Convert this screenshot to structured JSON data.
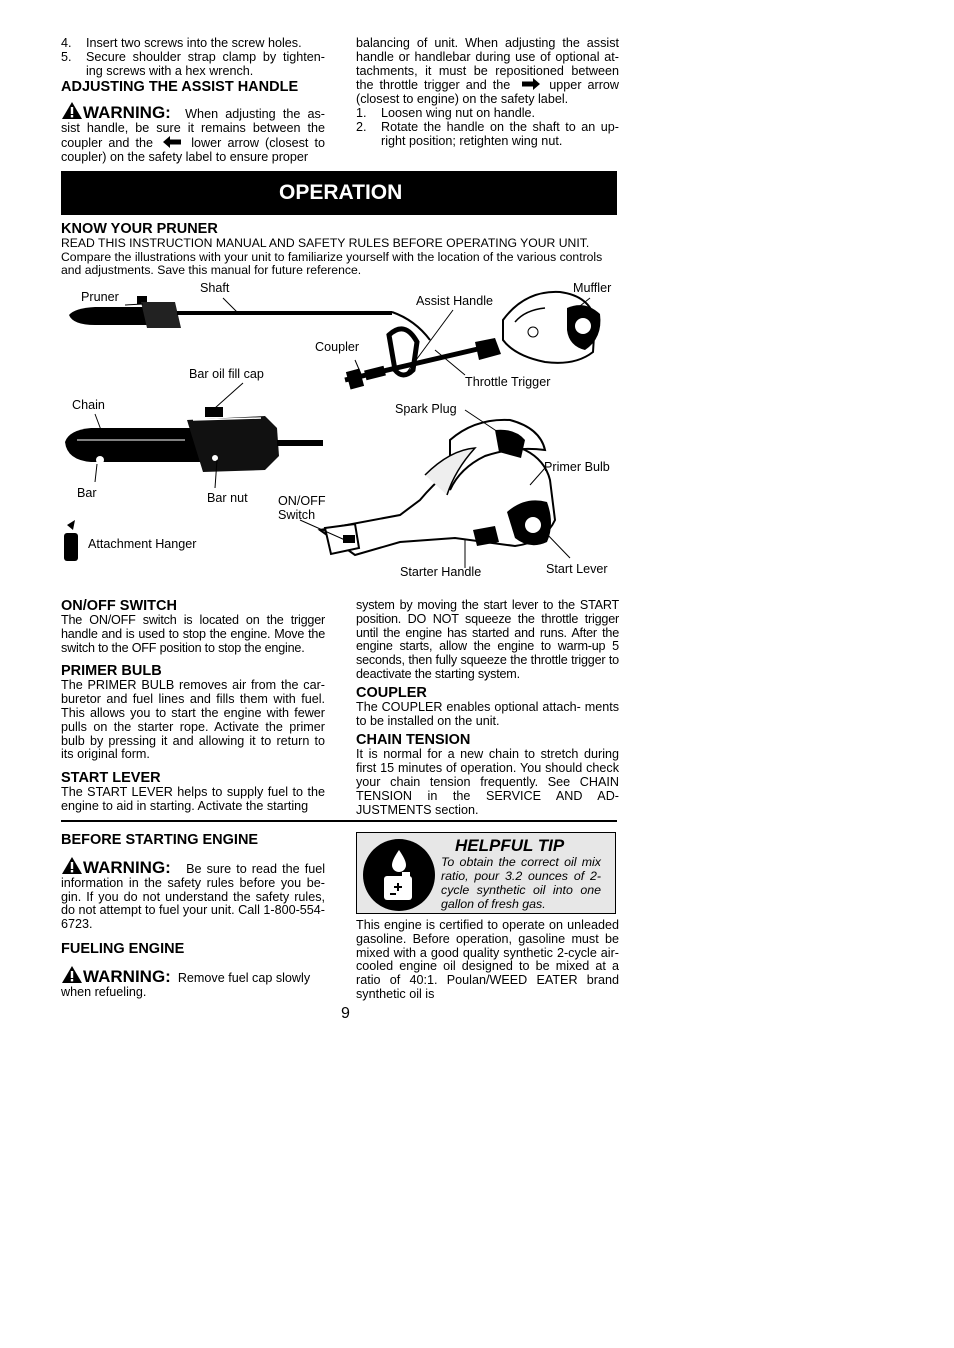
{
  "top_left": {
    "items": [
      {
        "n": "4.",
        "text": "Insert two screws into the screw holes."
      },
      {
        "n": "5.",
        "text": "Secure shoulder strap clamp by tighten- ing screws with a hex wrench."
      }
    ],
    "heading": "ADJUSTING THE ASSIST HANDLE",
    "warning_word": "WARNING:",
    "warning_text_1": "When adjusting the as- sist handle, be sure it remains between the coupler and the",
    "warning_text_2": "lower arrow (closest to coupler) on the safety label to ensure proper"
  },
  "top_right": {
    "text_1": "balancing of unit. When adjusting the assist handle or handlebar during use of optional at- tachments, it must be repositioned between the throttle trigger and the",
    "text_2": "upper arrow (closest to engine) on the safety label.",
    "items": [
      {
        "n": "1.",
        "text": "Loosen wing nut on handle."
      },
      {
        "n": "2.",
        "text": "Rotate the handle on the shaft to an up- right position; retighten wing nut."
      }
    ]
  },
  "banner": "OPERATION",
  "know": {
    "heading": "KNOW YOUR PRUNER",
    "intro_caps": "READ THIS INSTRUCTION MANUAL AND SAFETY RULES BEFORE OPERATING YOUR UNIT.",
    "intro_rest": "Compare the illustrations with your unit to familiarize yourself with the location of the various controls and adjustments. Save this manual for future reference."
  },
  "figure_labels": {
    "pruner": "Pruner",
    "shaft": "Shaft",
    "assist_handle": "Assist Handle",
    "muffler": "Muffler",
    "coupler": "Coupler",
    "throttle_trigger": "Throttle Trigger",
    "bar_oil_fill_cap": "Bar oil fill cap",
    "chain": "Chain",
    "spark_plug": "Spark Plug",
    "primer_bulb": "Primer Bulb",
    "bar": "Bar",
    "bar_nut": "Bar nut",
    "on_off_1": "ON/OFF",
    "on_off_2": "Switch",
    "attachment_hanger": "Attachment Hanger",
    "starter_handle": "Starter Handle",
    "start_lever": "Start Lever"
  },
  "sections": {
    "on_off": {
      "heading": "ON/OFF SWITCH",
      "text": "The ON/OFF switch is located on the trigger handle and is used to stop the engine. Move the switch to the OFF position to stop the engine."
    },
    "primer": {
      "heading": "PRIMER BULB",
      "text": "The PRIMER BULB removes air from the car- buretor and fuel lines and fills them with fuel. This allows you to start the engine with fewer pulls on the starter rope. Activate the primer bulb by pressing it and allowing it to return to its original form."
    },
    "start_lever": {
      "heading": "START LEVER",
      "text": "The START LEVER helps to supply fuel to the engine to aid in starting. Activate the starting"
    },
    "start_cont": "system by moving the start lever to the START position. DO NOT squeeze the throttle trigger until the engine has started and runs. After the engine starts, allow the engine to warm-up 5 seconds, then fully squeeze the throttle trigger to deactivate the starting system.",
    "coupler": {
      "heading": "COUPLER",
      "text": "The COUPLER enables optional attach- ments to be installed on the unit."
    },
    "chain_tension": {
      "heading": "CHAIN TENSION",
      "text": "It is normal for a new chain to stretch during first 15 minutes of operation. You should check your chain tension frequently. See CHAIN TENSION in the SERVICE AND AD- JUSTMENTS section."
    }
  },
  "before": {
    "heading": "BEFORE STARTING ENGINE",
    "warning_word": "WARNING:",
    "warning_text": "Be sure to read the fuel information in the safety rules before you be- gin. If you do not understand the safety rules, do not attempt to fuel your unit. Call 1-800-554-6723."
  },
  "fueling": {
    "heading": "FUELING ENGINE",
    "warning_word": "WARNING:",
    "warning_text": "Remove fuel cap slowly when refueling."
  },
  "tip": {
    "title": "HELPFUL TIP",
    "text": "To obtain the correct oil mix ratio, pour 3.2 ounces of 2-cycle synthetic oil into one gallon of fresh gas."
  },
  "engine_text": "This engine is certified to operate on unleaded gasoline. Before operation, gasoline must be mixed with a good quality synthetic 2-cycle air-cooled engine oil designed to be mixed at a ratio of 40:1. Poulan/WEED EATER brand synthetic oil is",
  "page_number": "9"
}
